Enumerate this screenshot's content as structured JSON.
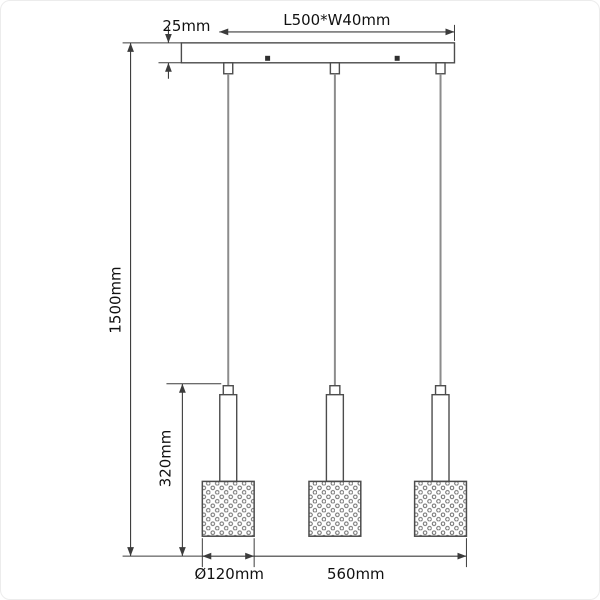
{
  "dimensions": {
    "canopy_size": "L500*W40mm",
    "canopy_thickness": "25mm",
    "overall_drop": "1500mm",
    "lamp_height": "320mm",
    "shade_diameter": "Ø120mm",
    "overall_width": "560mm"
  },
  "figure": {
    "lamp_count": 3
  },
  "colors": {
    "outline": "#4c4c4c",
    "dimension": "#3c3c3c",
    "cord": "#8c8c8c",
    "text": "#111111",
    "background": "#ffffff"
  }
}
